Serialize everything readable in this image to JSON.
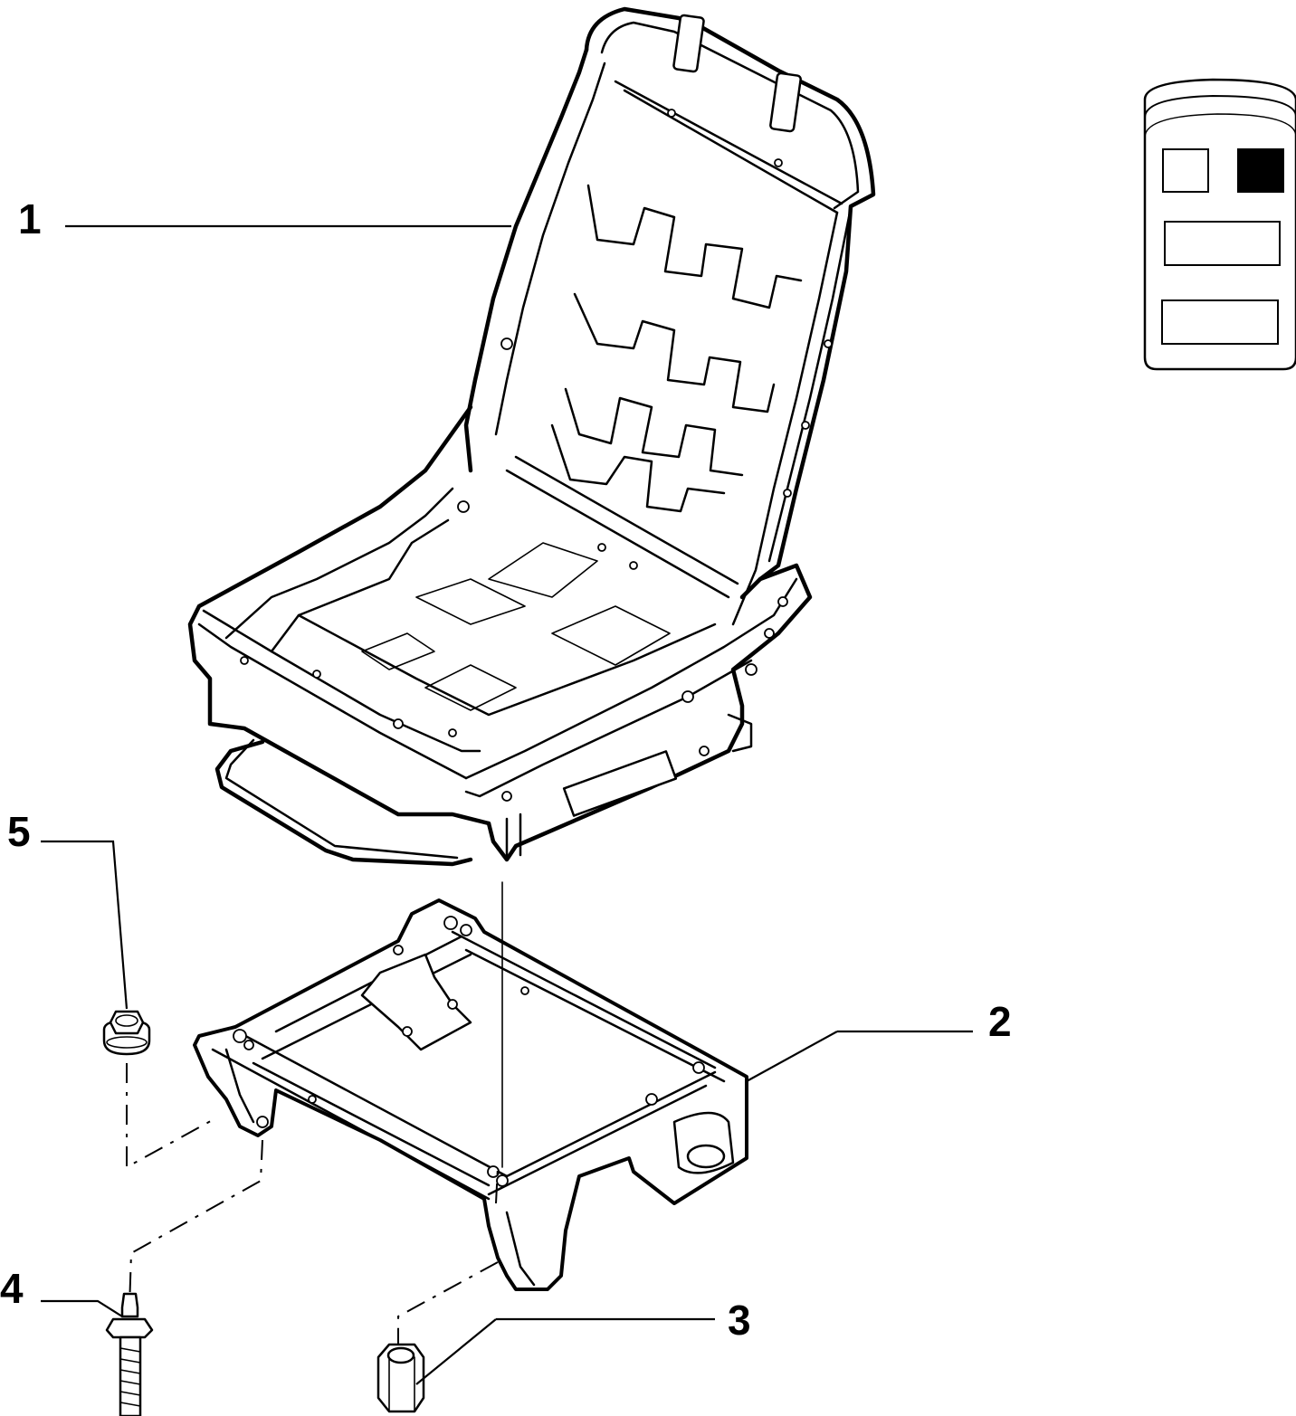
{
  "diagram": {
    "callouts": [
      {
        "id": "1",
        "label": "1"
      },
      {
        "id": "2",
        "label": "2"
      },
      {
        "id": "3",
        "label": "3"
      },
      {
        "id": "4",
        "label": "4"
      },
      {
        "id": "5",
        "label": "5"
      }
    ],
    "legend": {
      "icon": "seat-position-icon",
      "selected_cell": "front-right-seat",
      "fill_color": "#000000"
    }
  }
}
